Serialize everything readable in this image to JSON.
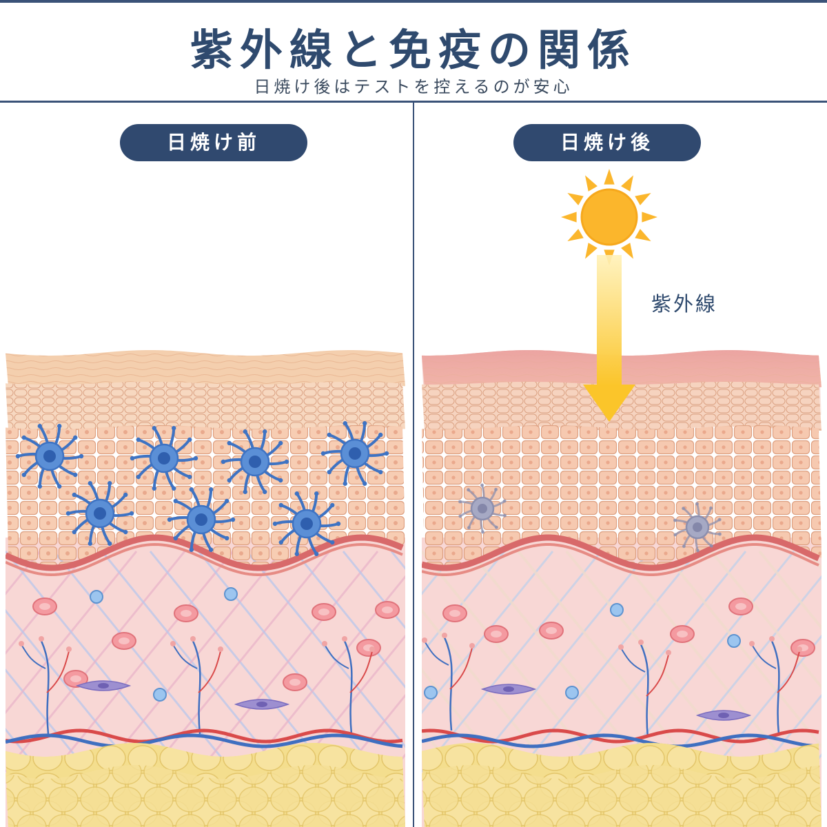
{
  "title": "紫外線と免疫の関係",
  "subtitle": "日焼け後はテストを控えるのが安心",
  "panels": {
    "before": {
      "label": "日焼け前"
    },
    "after": {
      "label": "日焼け後",
      "uv_label": "紫外線"
    }
  },
  "colors": {
    "navy": "#30496f",
    "sun": "#fbb62c",
    "stratum_corneum": "#f4cfae",
    "epidermis": "#f2bfa0",
    "dermis": "#f8d7d5",
    "basement": "#d8696a",
    "fat": "#f4de8e",
    "langerhans_active": "#5b8fd6",
    "langerhans_damaged": "#a6a9c4",
    "artery": "#d94a4a",
    "vein": "#3f6fc0",
    "fibroblast": "#9d8fd0"
  },
  "icons": [
    "sun-icon",
    "uv-arrow-icon",
    "langerhans-cell-icon",
    "blood-cell-icon",
    "fibroblast-icon",
    "blood-vessel-icon",
    "fat-cell-icon"
  ]
}
